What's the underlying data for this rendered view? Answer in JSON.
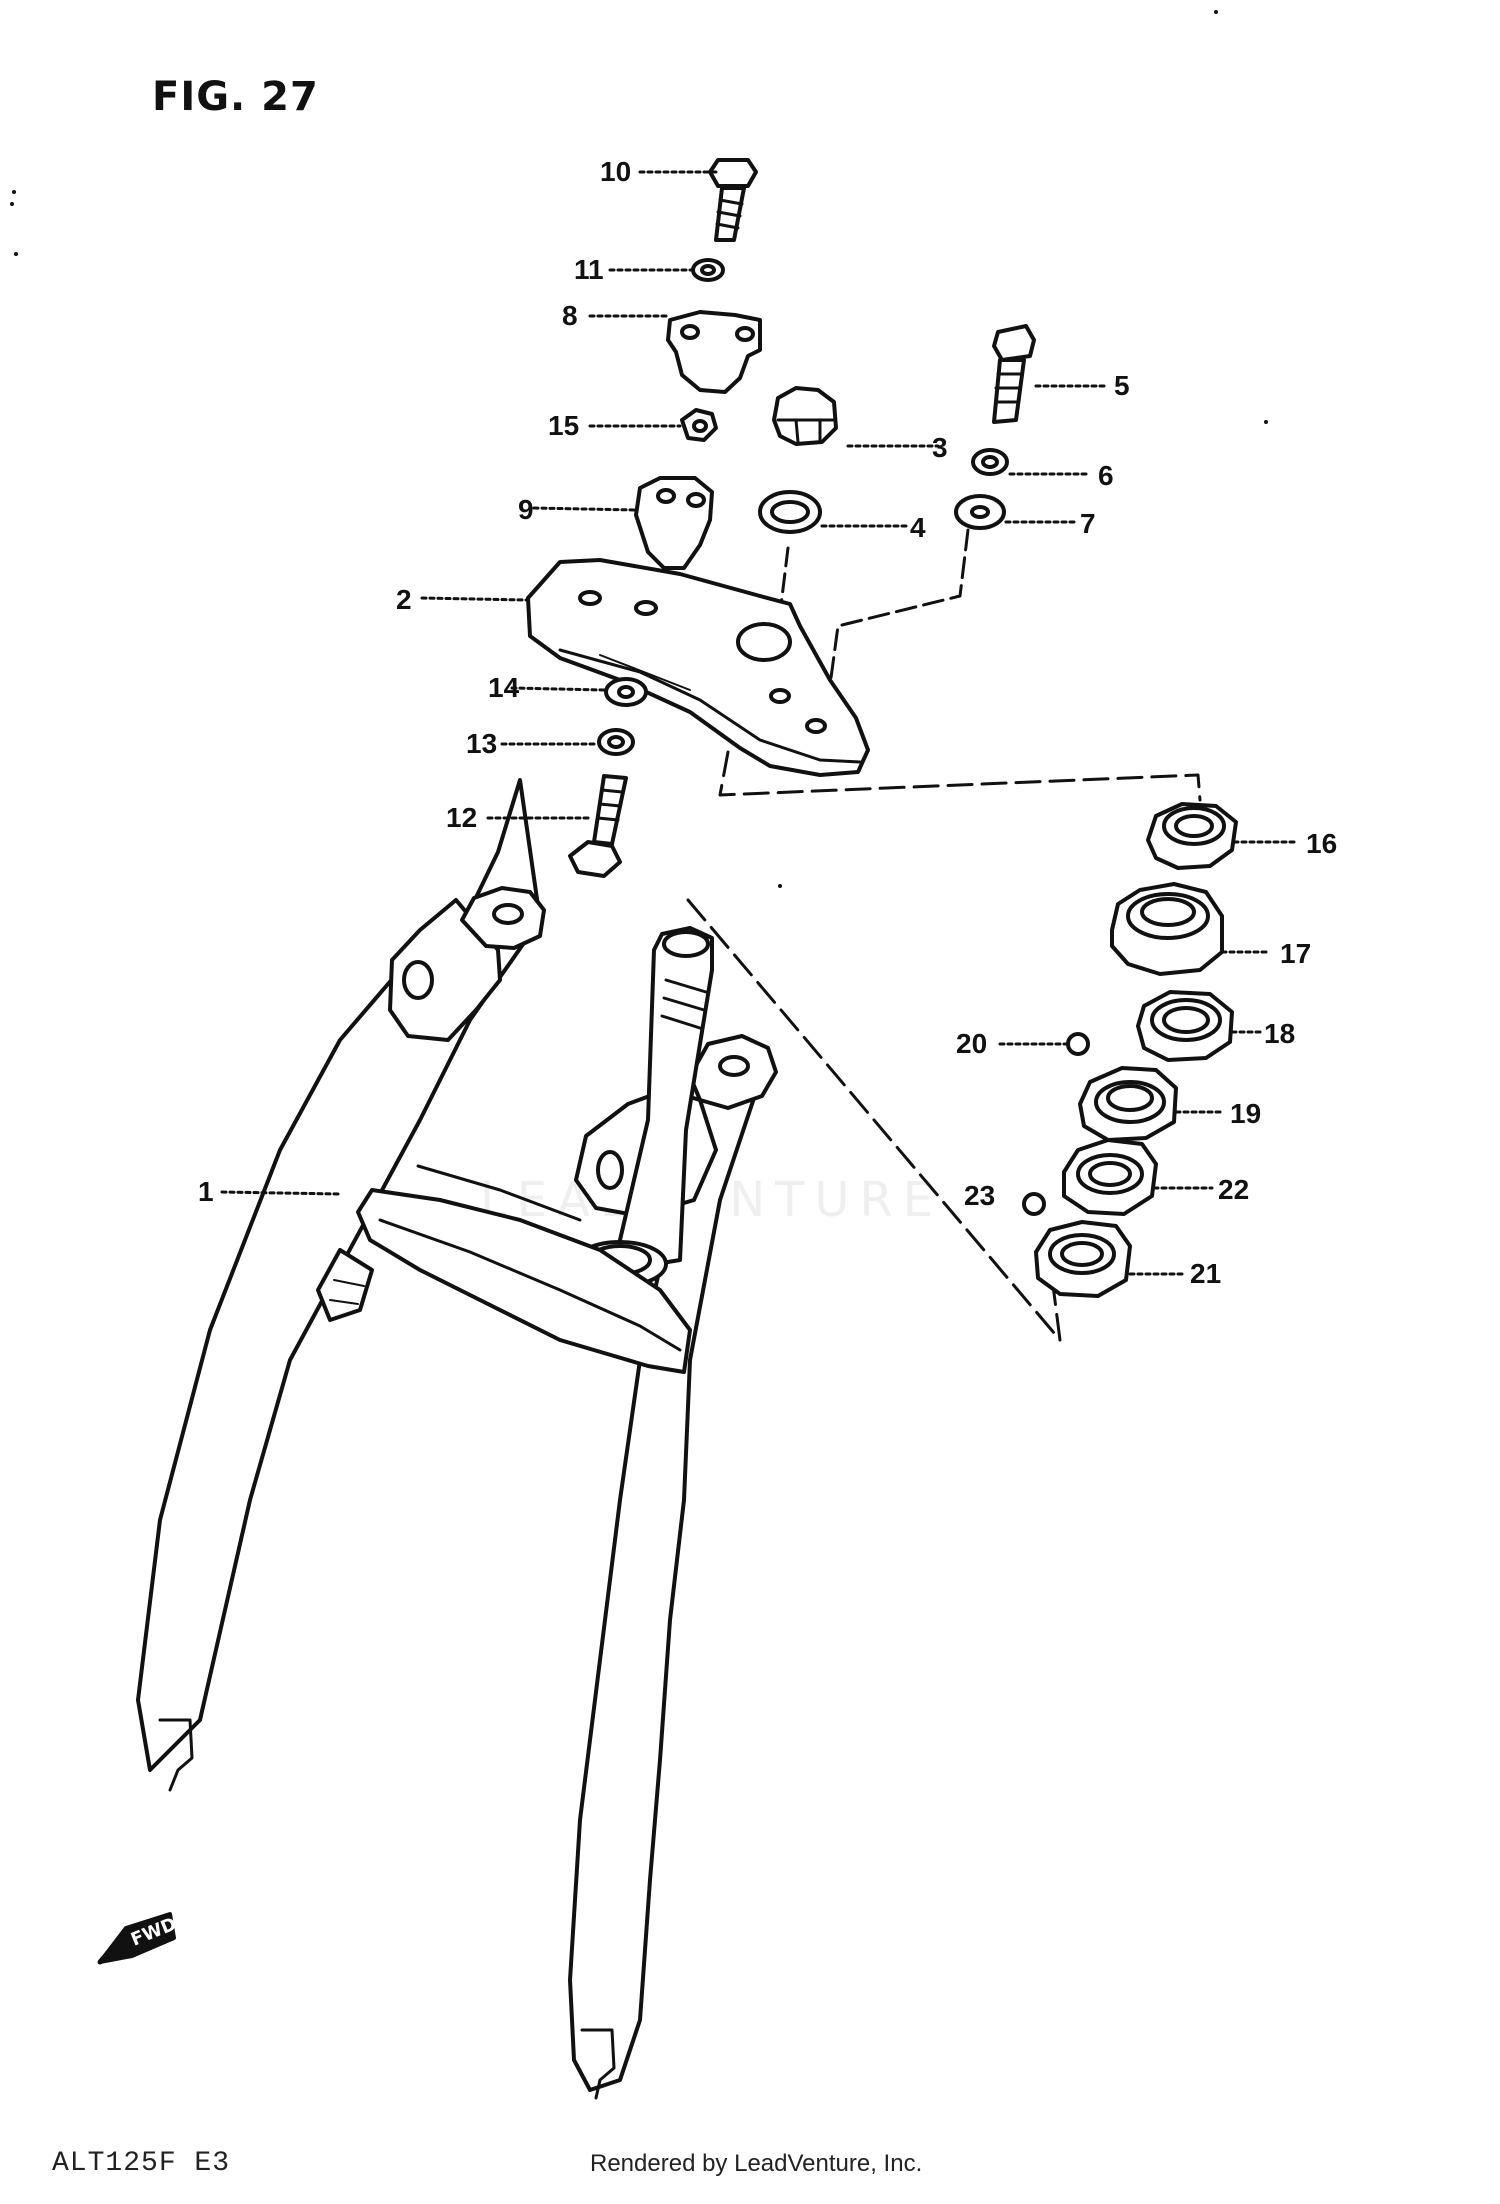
{
  "figure": {
    "title": "FIG. 27",
    "model_code": "ALT125F E3",
    "credit": "Rendered by LeadVenture, Inc.",
    "watermark": "LEADVENTURE",
    "fwd_label": "FWD"
  },
  "callouts": [
    "1",
    "2",
    "3",
    "4",
    "5",
    "6",
    "7",
    "8",
    "9",
    "10",
    "11",
    "12",
    "13",
    "14",
    "15",
    "16",
    "17",
    "18",
    "19",
    "20",
    "21",
    "22",
    "23"
  ],
  "colors": {
    "ink": "#111111",
    "paper": "#ffffff"
  }
}
